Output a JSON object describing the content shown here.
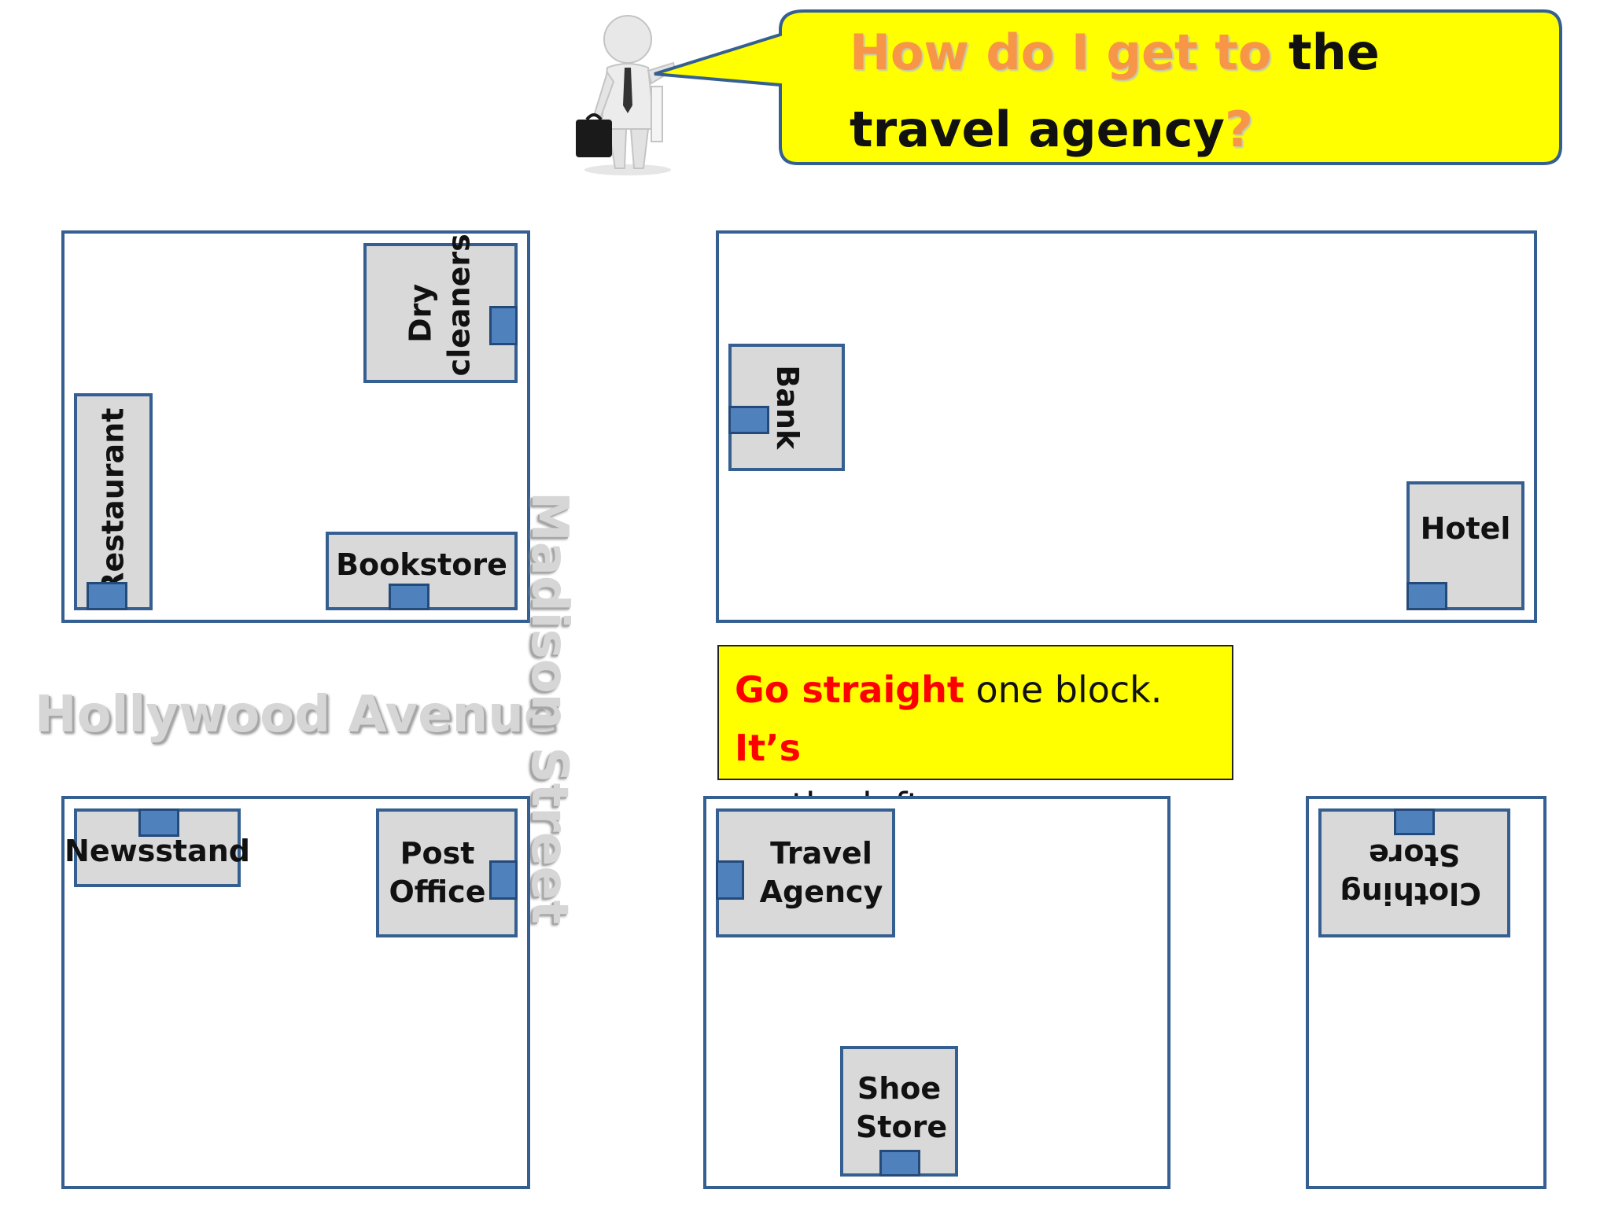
{
  "question": {
    "part_orange": "How do I get to ",
    "part_black": "the travel agency",
    "question_mark": "?"
  },
  "answer": {
    "red1": "Go straight",
    "black1": " one block. ",
    "red2": "It’s",
    "black2": "on the left."
  },
  "streets": {
    "avenue": "Hollywood Avenue",
    "street": "Madison Street"
  },
  "buildings": {
    "dry_cleaners": "Dry cleaners",
    "restaurant": "Restaurant",
    "bookstore": "Bookstore",
    "bank": "Bank",
    "hotel": "Hotel",
    "newsstand": "Newsstand",
    "post_office": "Post Office",
    "travel_agency": "Travel Agency",
    "shoe_store": "Shoe Store",
    "clothing_store": "Clothing Store"
  },
  "colors": {
    "callout_fill": "#ffff00",
    "block_border": "#365f91",
    "building_fill": "#d9d9d9",
    "door_fill": "#4f81bd",
    "highlight_red": "#ff0000",
    "highlight_orange": "#f79646"
  },
  "icons": {
    "person": "businessman-with-briefcase-icon"
  }
}
